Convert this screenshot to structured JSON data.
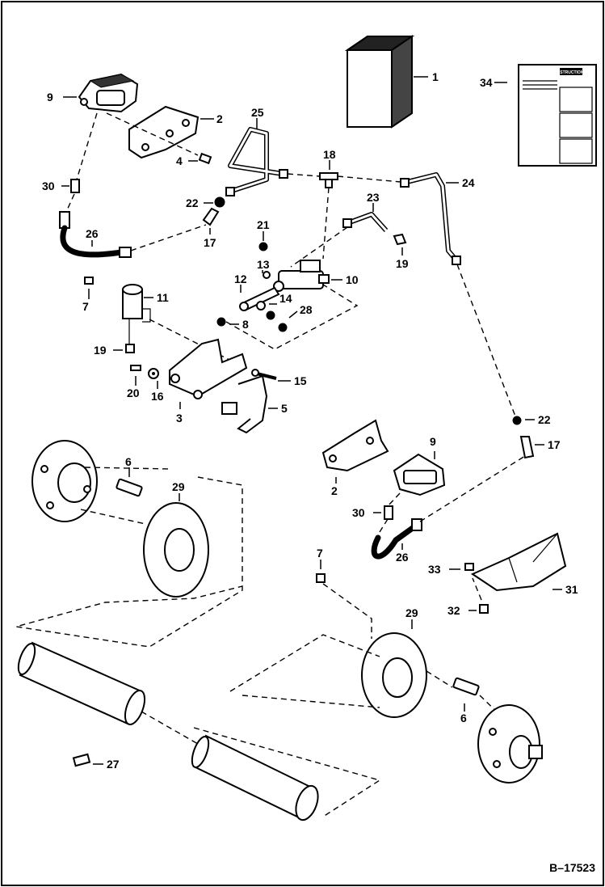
{
  "figure_id": "B–17523",
  "callouts": {
    "p1": "1",
    "p2a": "2",
    "p2b": "2",
    "p3": "3",
    "p4": "4",
    "p5": "5",
    "p6a": "6",
    "p6b": "6",
    "p7a": "7",
    "p7b": "7",
    "p8": "8",
    "p9a": "9",
    "p9b": "9",
    "p10": "10",
    "p11": "11",
    "p12": "12",
    "p13": "13",
    "p14": "14",
    "p15": "15",
    "p16": "16",
    "p17a": "17",
    "p17b": "17",
    "p18": "18",
    "p19a": "19",
    "p19b": "19",
    "p20": "20",
    "p21": "21",
    "p22a": "22",
    "p22b": "22",
    "p23": "23",
    "p24": "24",
    "p25": "25",
    "p26a": "26",
    "p26b": "26",
    "p27": "27",
    "p28": "28",
    "p29a": "29",
    "p29b": "29",
    "p30a": "30",
    "p30b": "30",
    "p31": "31",
    "p32": "32",
    "p33": "33",
    "p34": "34"
  },
  "instructions_sheet": {
    "title": "INSTRUCTIONS"
  }
}
